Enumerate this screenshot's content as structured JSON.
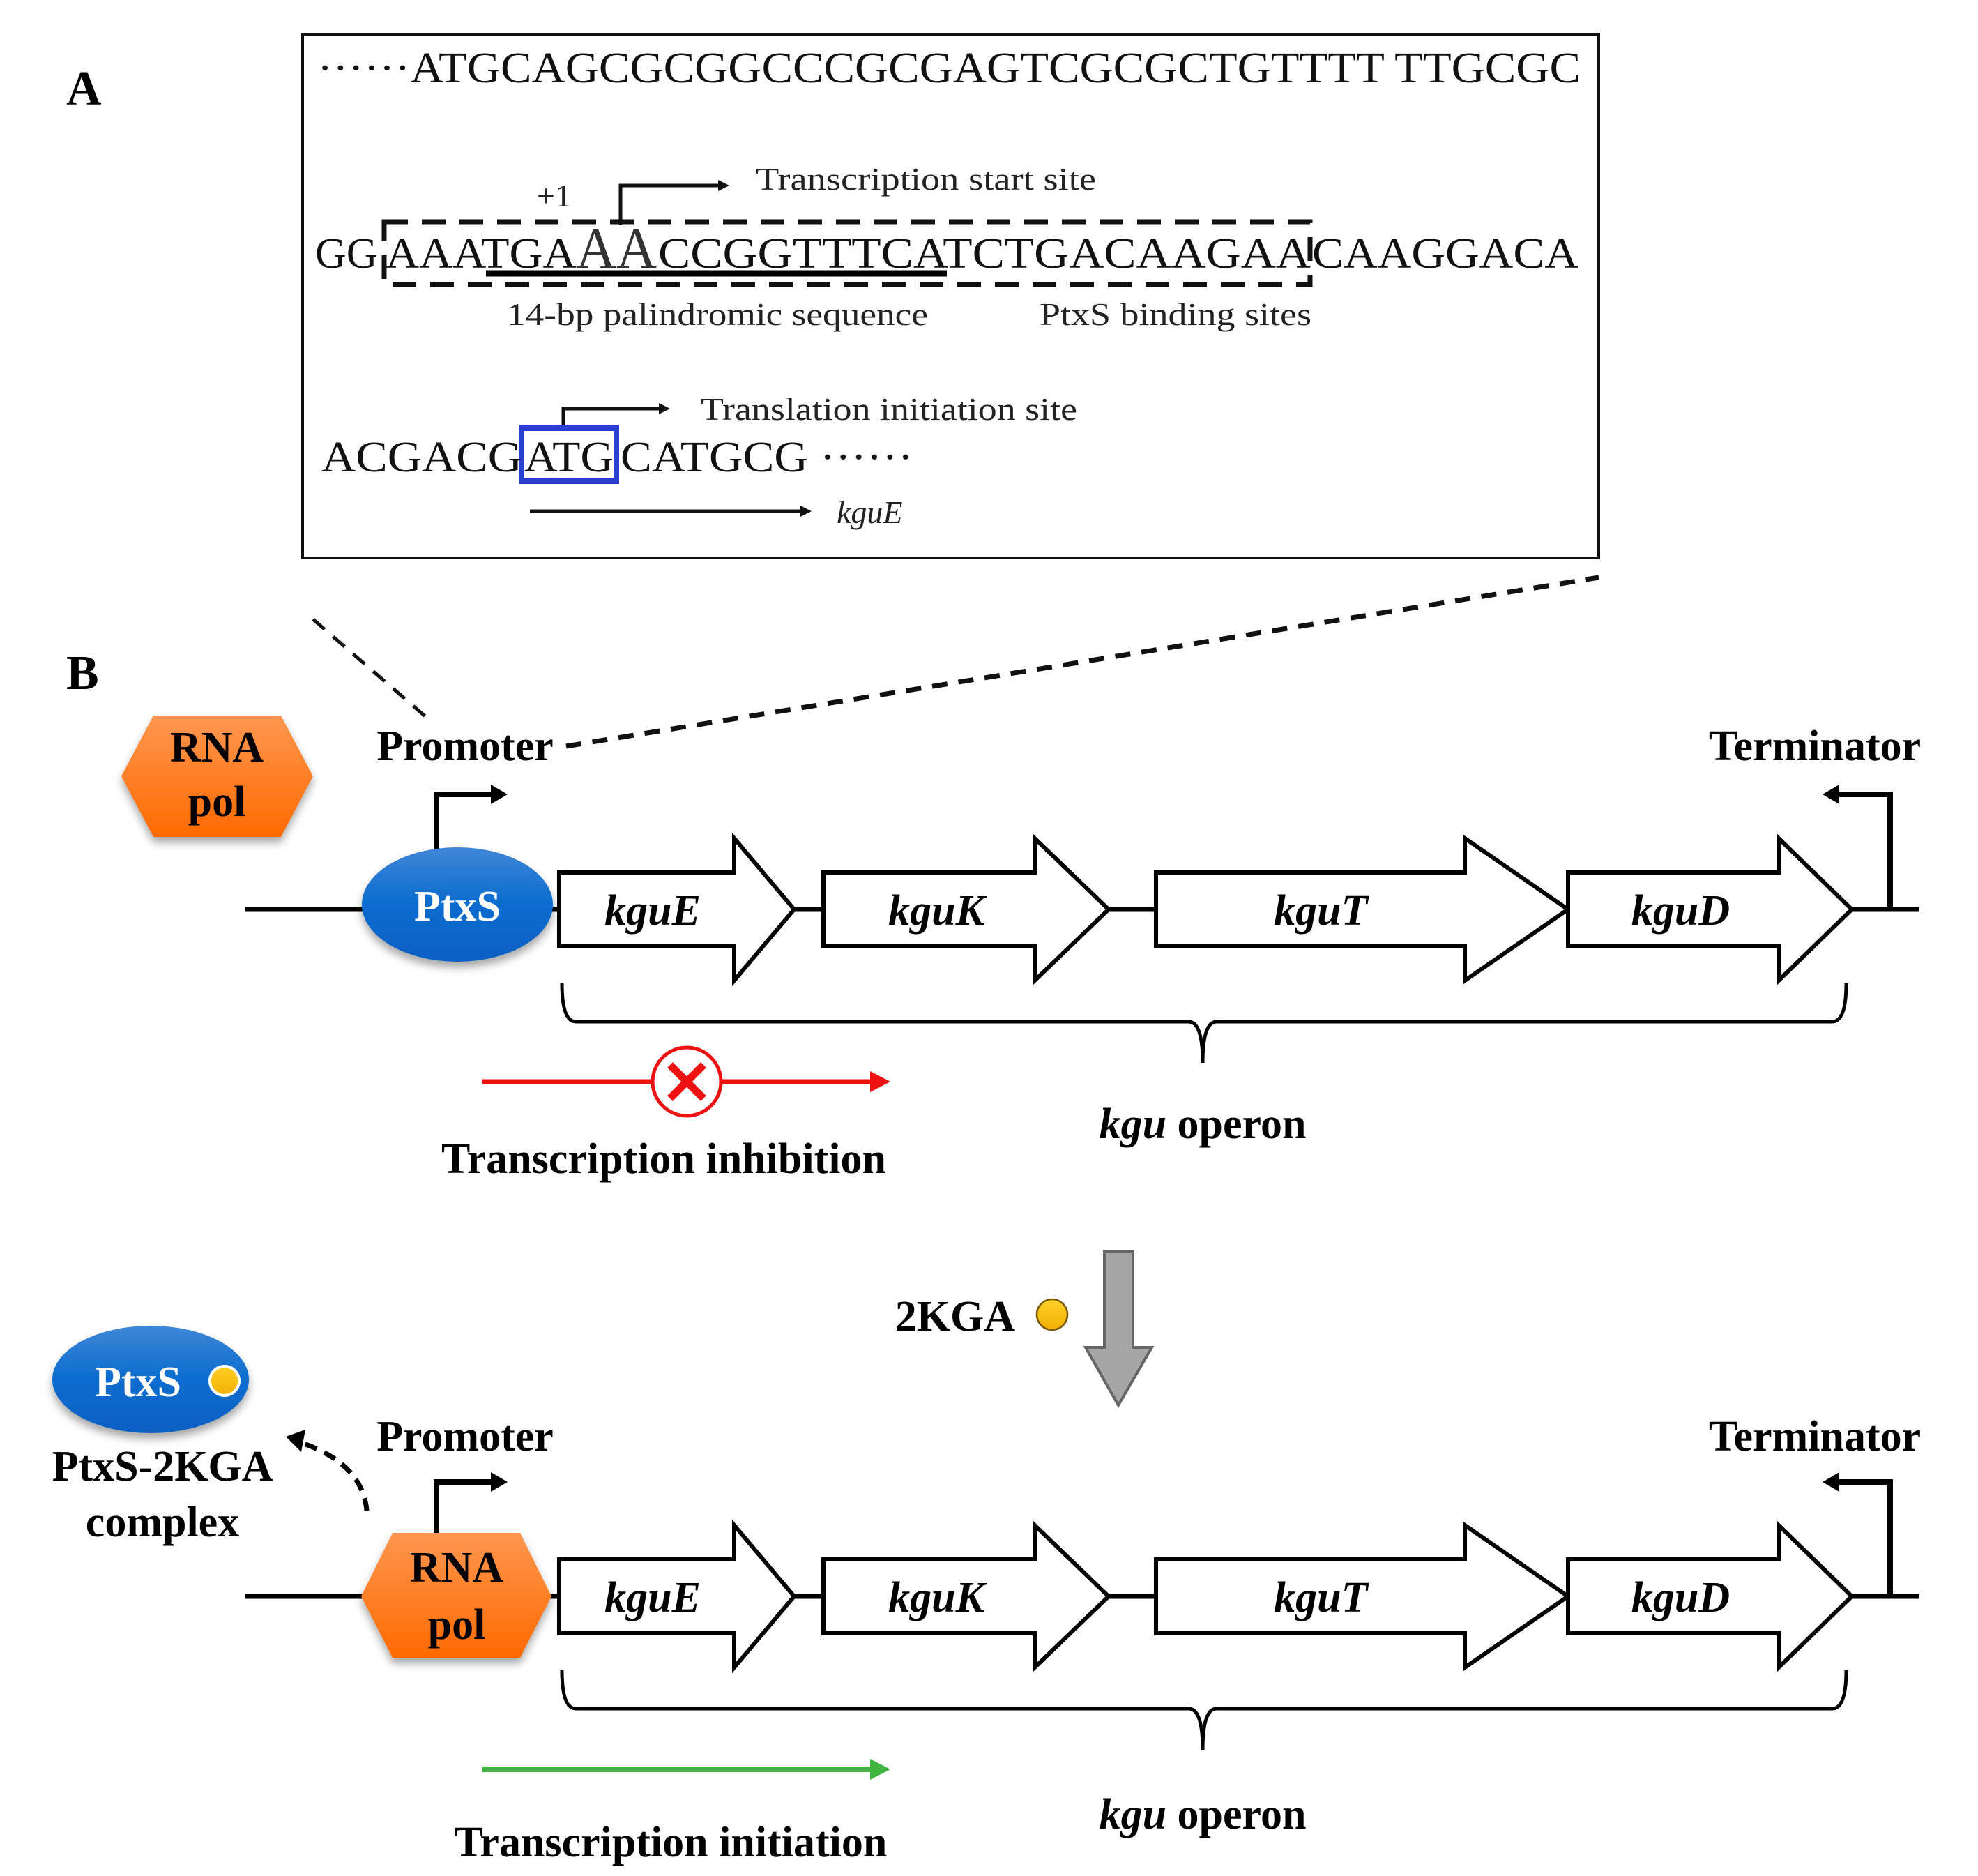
{
  "panel_labels": {
    "a": "A",
    "b": "B"
  },
  "panel_a": {
    "seq_line1": "······ATGCAGCGCGGCCCGCGAGTCGCGCTGTTTT TTGCGC",
    "seq_line2": {
      "prefix": "GG",
      "boxed_start": "AAATGA",
      "start_site": "AA",
      "boxed_rest": "CCGGTTTCATCTGACAAGAA",
      "suffix": "CAAGGACA"
    },
    "plus_one": "+1",
    "transcription_start_label": "Transcription start site",
    "palindrome_label": "14-bp palindromic sequence",
    "ptxs_binding_label": "PtxS binding sites",
    "translation_label": "Translation initiation site",
    "seq_line3": {
      "prefix": "ACGACG",
      "start_codon": "ATG",
      "suffix": "CATGCG ······"
    },
    "gene_label": "kguE",
    "colors": {
      "start_codon_box": "#2b3fd0",
      "plus_one": "#8a3a1a"
    }
  },
  "panel_b": {
    "repressed": {
      "free_protein": {
        "line1": "RNA",
        "line2": "pol"
      },
      "bound_protein": "PtxS",
      "promoter_label": "Promoter",
      "terminator_label": "Terminator",
      "genes": [
        "kguE",
        "kguK",
        "kguT",
        "kguD"
      ],
      "operon_label_italic": "kgu",
      "operon_label_rest": " operon",
      "status_label": "Transcription inhibition",
      "status_color": "#ee1111"
    },
    "inducer": {
      "label": "2KGA",
      "color": "#ffc000"
    },
    "induced": {
      "complex_protein": "PtxS",
      "complex_label_line1": "PtxS-2KGA",
      "complex_label_line2": "complex",
      "bound_protein": {
        "line1": "RNA",
        "line2": "pol"
      },
      "promoter_label": "Promoter",
      "terminator_label": "Terminator",
      "genes": [
        "kguE",
        "kguK",
        "kguT",
        "kguD"
      ],
      "operon_label_italic": "kgu",
      "operon_label_rest": " operon",
      "status_label": "Transcription initiation",
      "status_color": "#3fb53f"
    },
    "colors": {
      "rna_pol_top": "#ff9650",
      "rna_pol_bottom": "#ff6a00",
      "ptxs_top": "#3f86d6",
      "ptxs_bottom": "#0a5fc4",
      "arrow_gray": "#a6a6a6"
    }
  }
}
